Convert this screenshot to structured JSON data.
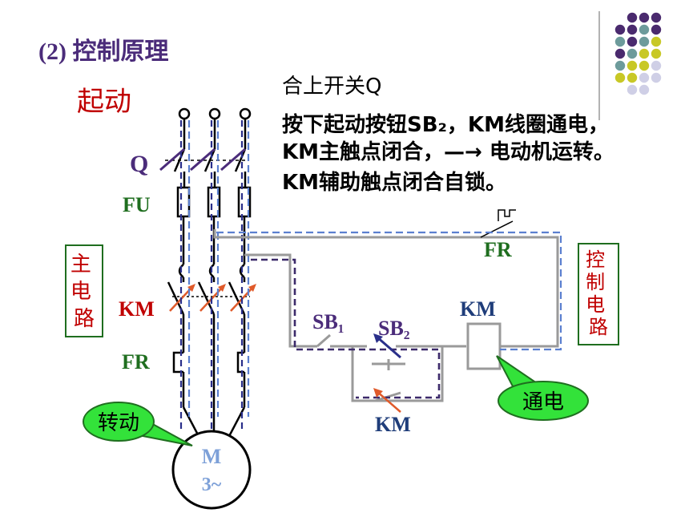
{
  "heading": "(2) 控制原理",
  "subheading": "起动",
  "description": [
    "合上开关Q",
    "按下起动按钮SB₂，KM线圈通电，",
    "KM主触点闭合，—→ 电动机运转。",
    "KM辅助触点闭合自锁。"
  ],
  "labels": {
    "switch_q": "Q",
    "fuse": "FU",
    "km_main": "KM",
    "fr_main": "FR",
    "fr_ctrl": "FR",
    "sb1": "SB₁",
    "sb2": "SB₂",
    "km_coil": "KM",
    "km_aux": "KM",
    "motor": "M",
    "motor_phase": "3~",
    "main_circuit": "主电路",
    "control_circuit": "控制电路"
  },
  "callouts": {
    "running": "转动",
    "energized": "通电"
  },
  "colors": {
    "purple": "#4b2c7a",
    "red": "#c00000",
    "green": "#1f6e1f",
    "callout_fill": "#33e23a",
    "dot_purple": "#4a2a6e",
    "dot_teal": "#6d9b9b",
    "dot_yellow": "#c8c826",
    "dot_lavender": "#cfcfe6"
  }
}
